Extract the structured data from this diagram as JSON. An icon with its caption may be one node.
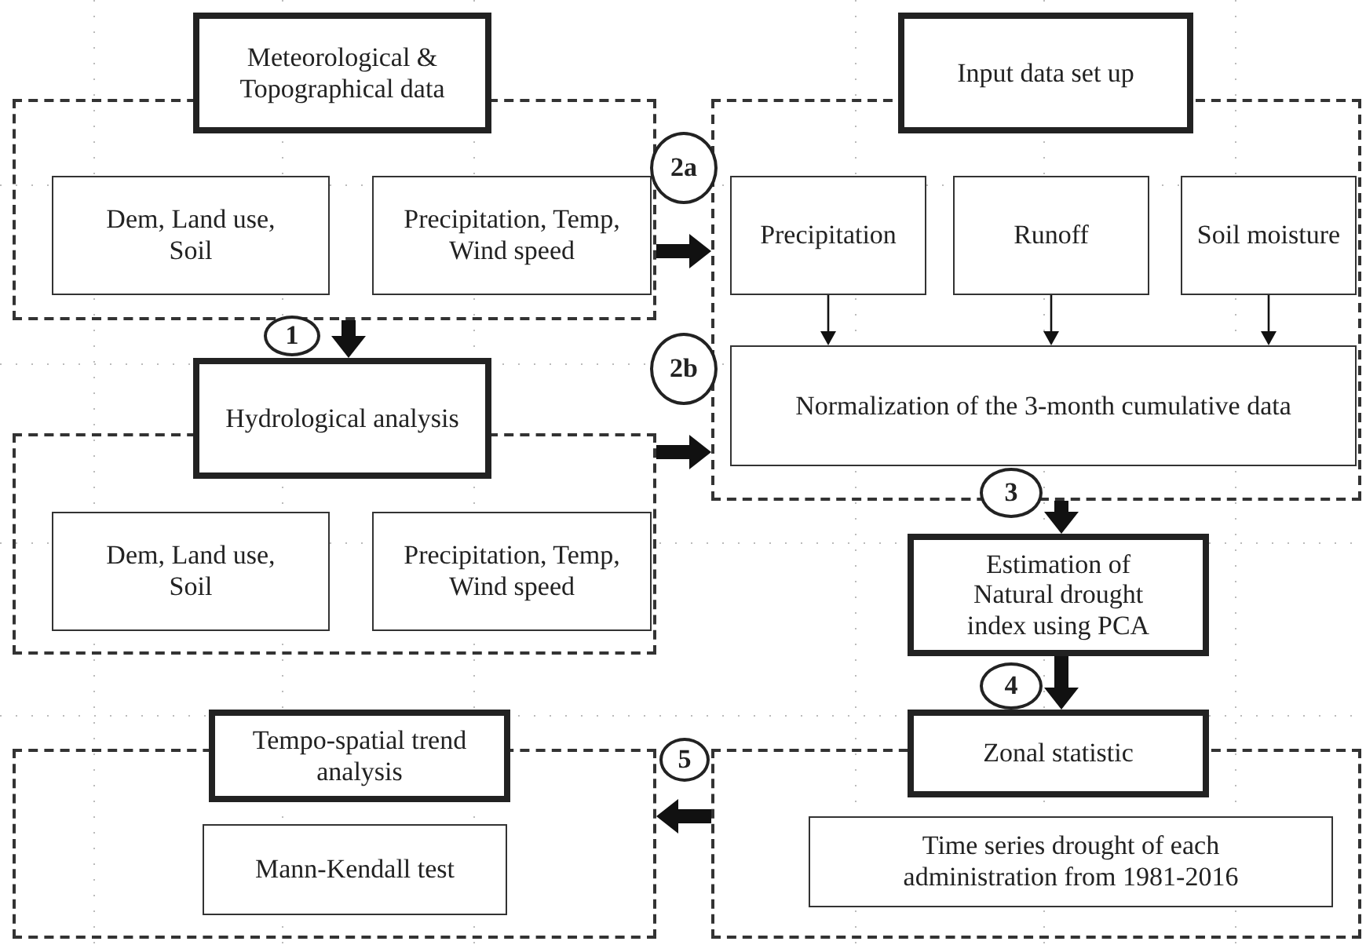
{
  "diagram": {
    "nodes": [
      {
        "text": [
          "Meteorological & Topographical data"
        ]
      },
      {
        "text": [],
        "shape": "box"
      },
      {
        "text": [
          "Dem, Land use, Soil"
        ],
        "in": 1
      },
      {
        "text": [
          "Precipitation, Temp, Wind speed"
        ],
        "in": 1
      },
      {
        "text": [
          "Hydrological analysis"
        ]
      },
      {
        "text": [],
        "shape": "box"
      },
      {
        "text": [
          "Dem, Land use, Soil"
        ],
        "in": 5
      },
      {
        "text": [
          "Precipitation, Temp, Wind speed"
        ],
        "in": 5
      },
      {
        "text": [
          "Input data set up"
        ]
      },
      {
        "text": [],
        "shape": "box"
      },
      {
        "text": [
          "Precipitation"
        ],
        "in": 9
      },
      {
        "text": [
          "Runoff"
        ],
        "in": 9
      },
      {
        "text": [
          "Soil moisture"
        ],
        "in": 9
      },
      {
        "text": [
          "Normalization of the 3-month cumulative data"
        ],
        "in": 9
      },
      {
        "text": [
          "Estimation of Natural drought index using PCA"
        ]
      },
      {
        "text": [
          "Zonal statistic"
        ]
      },
      {
        "text": [],
        "shape": "box"
      },
      {
        "text": [
          "Time series drought of each administration from 1981-2016"
        ],
        "in": 16
      },
      {
        "text": [
          "Tempo-spatial trend analysis"
        ]
      },
      {
        "text": [],
        "shape": "box"
      },
      {
        "text": [
          "Mann-Kendall test"
        ],
        "in": 19
      },
      {
        "text": [
          "1"
        ]
      },
      {
        "text": [
          "2a"
        ]
      },
      {
        "text": [
          "2b"
        ]
      },
      {
        "text": [
          "3"
        ]
      },
      {
        "text": [
          "4"
        ]
      },
      {
        "text": [
          "5"
        ]
      }
    ],
    "edges": [
      {
        "from": 1,
        "to": 4,
        "arrow": "to"
      },
      {
        "from": 1,
        "to": 9,
        "arrow": "to"
      },
      {
        "from": 5,
        "to": 9,
        "arrow": "to"
      },
      {
        "from": 10,
        "to": 13,
        "arrow": "to"
      },
      {
        "from": 11,
        "to": 13,
        "arrow": "to"
      },
      {
        "from": 12,
        "to": 13,
        "arrow": "to"
      },
      {
        "from": 9,
        "to": 14,
        "arrow": "to"
      },
      {
        "from": 14,
        "to": 15,
        "arrow": "to"
      },
      {
        "from": 16,
        "to": 19,
        "arrow": "to"
      }
    ]
  }
}
